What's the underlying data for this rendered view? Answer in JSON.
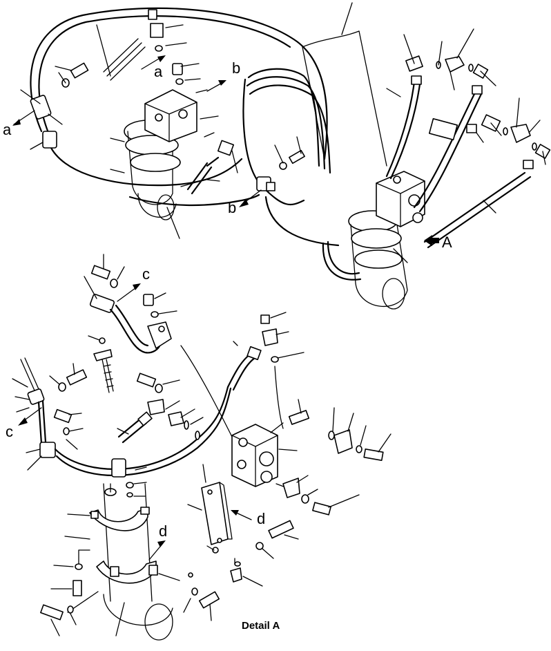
{
  "diagram": {
    "callouts": {
      "a_left": "a",
      "a_top": "a",
      "b_top": "b",
      "b_left": "b",
      "A_arrow": "A",
      "c_top": "c",
      "c_left": "c",
      "d_right": "d",
      "d_center": "d"
    },
    "detail_caption": "Detail  A"
  }
}
